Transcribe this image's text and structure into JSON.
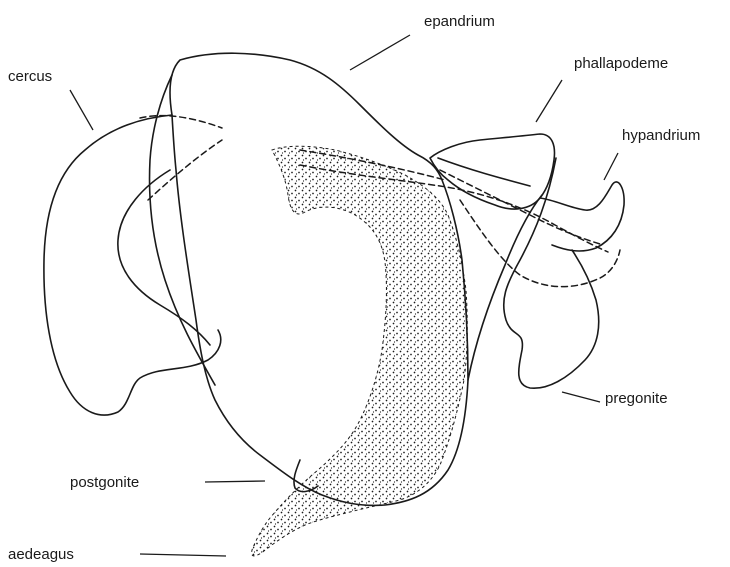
{
  "labels": {
    "epandrium": "epandrium",
    "cercus": "cercus",
    "phallapodeme": "phallapodeme",
    "hypandrium": "hypandrium",
    "pregonite": "pregonite",
    "postgonite": "postgonite",
    "aedeagus": "aedeagus"
  },
  "colors": {
    "ink": "#1a1a1a",
    "background": "#ffffff"
  }
}
